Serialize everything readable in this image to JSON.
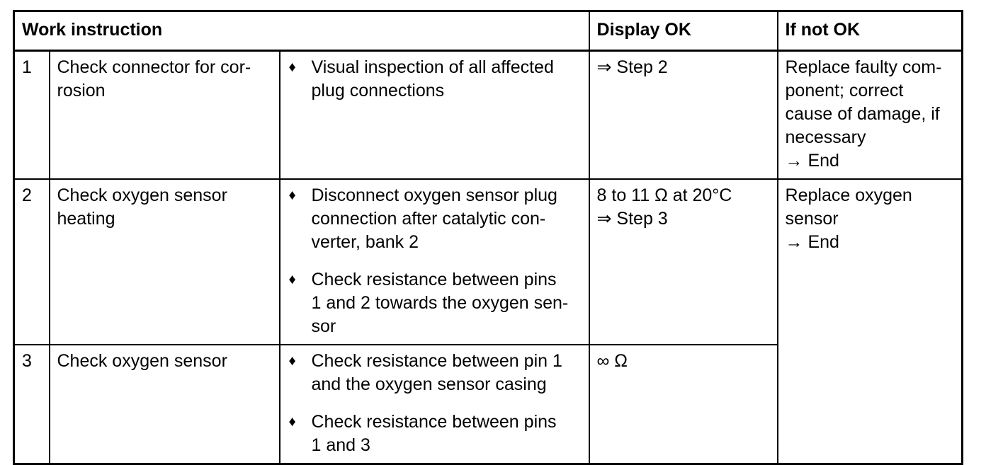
{
  "table": {
    "headers": {
      "work_instruction": "Work instruction",
      "display_ok": "Display OK",
      "if_not_ok": "If not OK"
    },
    "rows": [
      {
        "number": "1",
        "task": "Check connector for cor-\nrosion",
        "details": [
          "Visual inspection of all affected\nplug connections"
        ],
        "display_ok": "⇒ Step 2",
        "if_not_ok": "Replace faulty com-\nponent; correct\ncause of damage, if\nnecessary\n→ End"
      },
      {
        "number": "2",
        "task": "Check oxygen sensor\nheating",
        "details": [
          "Disconnect oxygen sensor plug\nconnection after catalytic con-\nverter, bank 2",
          "Check resistance between pins\n1 and 2 towards the oxygen sen-\nsor"
        ],
        "display_ok": "8 to 11 Ω at 20°C\n⇒ Step 3",
        "if_not_ok": "Replace oxygen\nsensor\n→ End"
      },
      {
        "number": "3",
        "task": "Check oxygen sensor",
        "details": [
          "Check resistance between pin 1\nand the oxygen sensor casing",
          "Check resistance between pins\n1 and 3"
        ],
        "display_ok": "∞ Ω",
        "if_not_ok": ""
      }
    ],
    "bullet_glyph": "♦",
    "colors": {
      "border": "#000000",
      "text": "#000000",
      "background": "#ffffff"
    }
  }
}
